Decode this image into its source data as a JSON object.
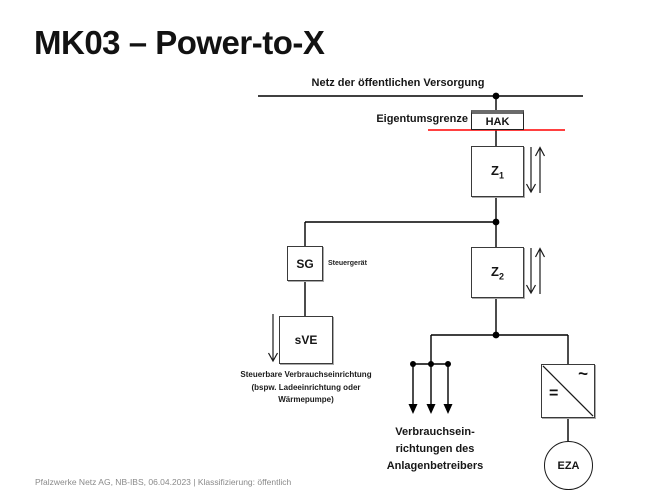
{
  "slide": {
    "title": "MK03 – Power-to-X",
    "footer": "Pfalzwerke Netz AG, NB-IBS, 06.04.2023 | Klassifizierung: öffentlich"
  },
  "diagram": {
    "grid_label": "Netz der öffentlichen Versorgung",
    "boundary_label": "Eigentumsgrenze",
    "hak_label": "HAK",
    "z1": {
      "base": "Z",
      "sub": "1"
    },
    "z2": {
      "base": "Z",
      "sub": "2"
    },
    "sg_label": "SG",
    "sg_caption": "Steuergerät",
    "sve_label": "sVE",
    "sve_caption": [
      "Steuerbare Verbrauchseinrichtung",
      "(bspw. Ladeeinrichtung oder",
      "Wärmepumpe)"
    ],
    "consumers_caption": [
      "Verbrauchsein-",
      "richtungen des",
      "Anlagenbetreibers"
    ],
    "inverter_ac_symbol": "~",
    "inverter_dc_symbol": "=",
    "eza_label": "EZA",
    "colors": {
      "wire": "#000000",
      "boundary_line_red": "#ff0000",
      "box_border": "#3a3a3a",
      "hak_top_bar": "#6b6b6b",
      "footer_gray": "#8a8a8a"
    }
  }
}
